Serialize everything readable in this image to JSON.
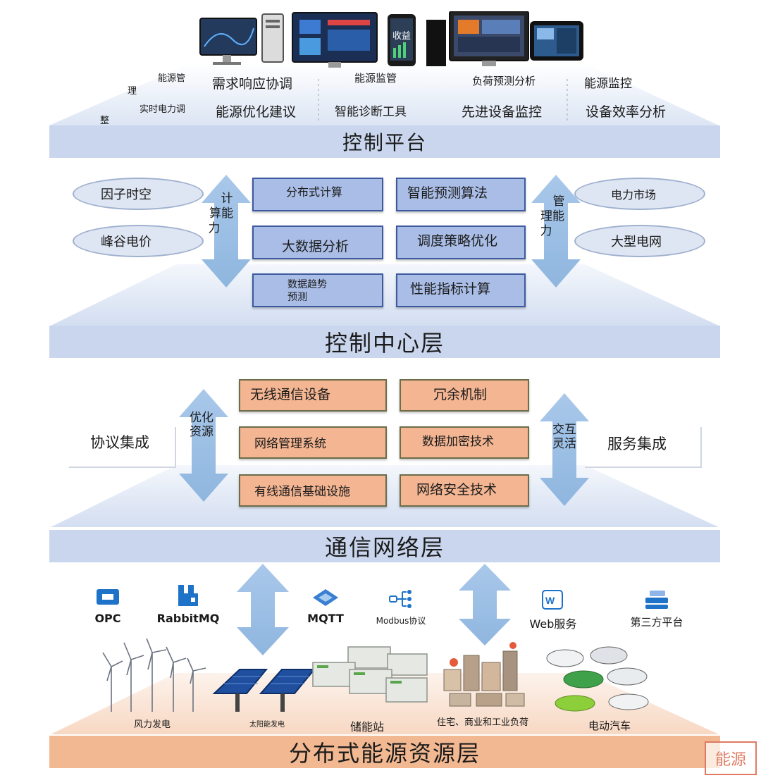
{
  "control_platform": {
    "title": "控制平台",
    "labels": {
      "energy_mgmt_a": "能源管",
      "energy_mgmt_b": "理",
      "realtime_a": "实时电力调",
      "realtime_b": "整",
      "demand_response": "需求响应协调",
      "energy_opt": "能源优化建议",
      "energy_monitor": "能源监管",
      "diag_tool": "智能诊断工具",
      "load_forecast": "负荷预测分析",
      "adv_monitor": "先进设备监控",
      "energy_watch": "能源监控",
      "efficiency": "设备效率分析"
    },
    "screen_text": "收益"
  },
  "control_center": {
    "title": "控制中心层",
    "boxes_left": [
      "分布式计算",
      "大数据分析",
      "数据趋势预测"
    ],
    "boxes_right": [
      "智能预测算法",
      "调度策略优化",
      "性能指标计算"
    ],
    "ellipses_left": [
      "因子时空",
      "峰谷电价"
    ],
    "ellipses_right": [
      "电力市场",
      "大型电网"
    ],
    "arrow_left": {
      "l1": "计",
      "l2": "算能",
      "l3": "力"
    },
    "arrow_right": {
      "l1": "管",
      "l2": "理能",
      "l3": "力"
    }
  },
  "comm_network": {
    "title": "通信网络层",
    "boxes_left": [
      "无线通信设备",
      "网络管理系统",
      "有线通信基础设施"
    ],
    "boxes_right": [
      "冗余机制",
      "数据加密技术",
      "网络安全技术"
    ],
    "side_left": "协议集成",
    "side_right": "服务集成",
    "arrow_left": {
      "l1": "优化",
      "l2": "资源"
    },
    "arrow_right": {
      "l1": "交互",
      "l2": "灵活"
    }
  },
  "protocols": [
    {
      "name": "OPC",
      "icon": "opc-icon"
    },
    {
      "name": "RabbitMQ",
      "icon": "rabbitmq-icon"
    },
    {
      "name": "MQTT",
      "icon": "mqtt-icon"
    },
    {
      "name": "Modbus协议",
      "icon": "modbus-icon"
    },
    {
      "name": "Web服务",
      "icon": "web-service-icon"
    },
    {
      "name": "第三方平台",
      "icon": "third-party-icon"
    }
  ],
  "distributed": {
    "title": "分布式能源资源层",
    "sources": [
      "风力发电",
      "太阳能发电",
      "储能站",
      "住宅、商业和工业负荷",
      "电动汽车"
    ]
  },
  "watermark": "能源",
  "colors": {
    "box_blue": "#a9bde6",
    "box_orange": "#f3b592",
    "bar_blue": "#c9d6ee",
    "bar_orange": "#f2b891",
    "arrow": "#9cbfe4"
  }
}
